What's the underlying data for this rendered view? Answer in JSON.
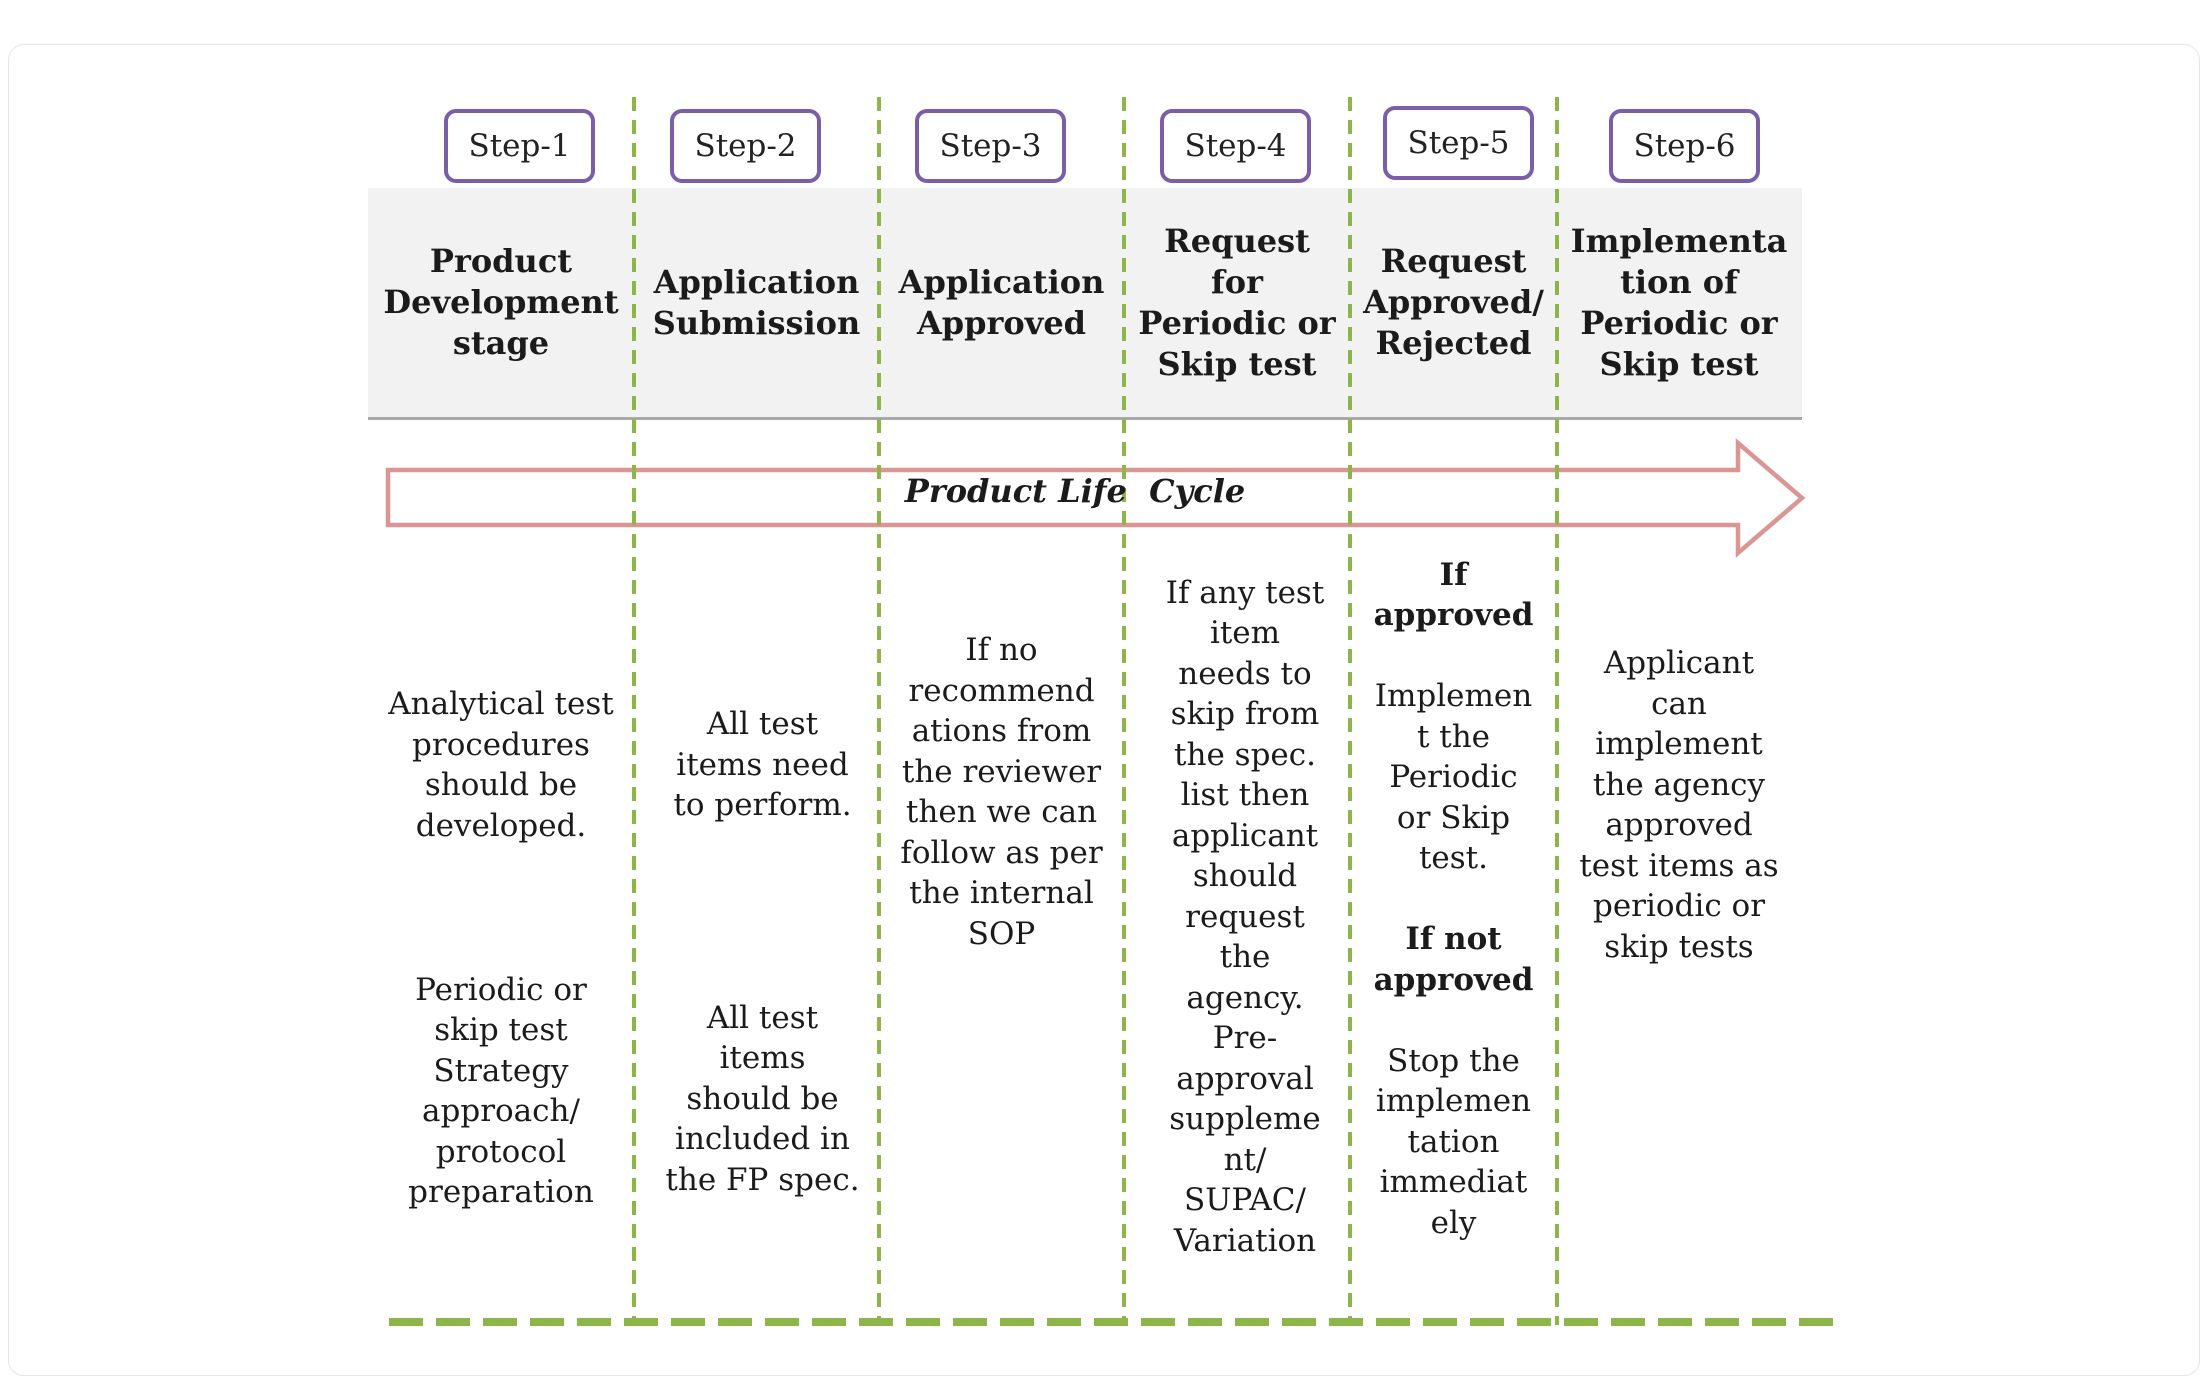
{
  "steps": [
    "Step-1",
    "Step-2",
    "Step-3",
    "Step-4",
    "Step-5",
    "Step-6"
  ],
  "titles": [
    "Product\nDevelopment\nstage",
    "Application\nSubmission",
    "Application\nApproved",
    "Request\nfor\nPeriodic or\nSkip test",
    "Request\nApproved/\nRejected",
    "Implementa\ntion of\nPeriodic or\nSkip test"
  ],
  "lifecycle_label": "Product Life  Cycle",
  "bodies": {
    "col1_upper": "Analytical test\nprocedures\nshould be\ndeveloped.",
    "col1_lower": "Periodic or\nskip test\nStrategy\napproach/\nprotocol\npreparation",
    "col2_upper": "All test\nitems need\nto perform.",
    "col2_lower": "All test\nitems\nshould be\nincluded in\nthe FP spec.",
    "col3": "If no\nrecommend\nations from\nthe reviewer\nthen we can\nfollow as per\nthe internal\nSOP",
    "col4": "If any test\nitem\nneeds to\nskip from\nthe spec.\nlist then\napplicant\nshould\nrequest\nthe\nagency.\nPre-\napproval\nsuppleme\nnt/\nSUPAC/\nVariation",
    "col5_if_approved": "If\napproved",
    "col5_approved_text": "Implemen\nt the\nPeriodic\nor Skip\ntest.",
    "col5_if_not_approved": "If not\napproved",
    "col5_not_approved_text": "Stop the\nimplemen\ntation\nimmediat\nely",
    "col6": "Applicant\ncan\nimplement\nthe agency\napproved\ntest items as\nperiodic or\nskip tests"
  },
  "colors": {
    "step_border": "#7b5ea8",
    "divider_green": "#8db54a",
    "arrow_outline": "#d99694",
    "header_fill": "#f2f2f2"
  }
}
